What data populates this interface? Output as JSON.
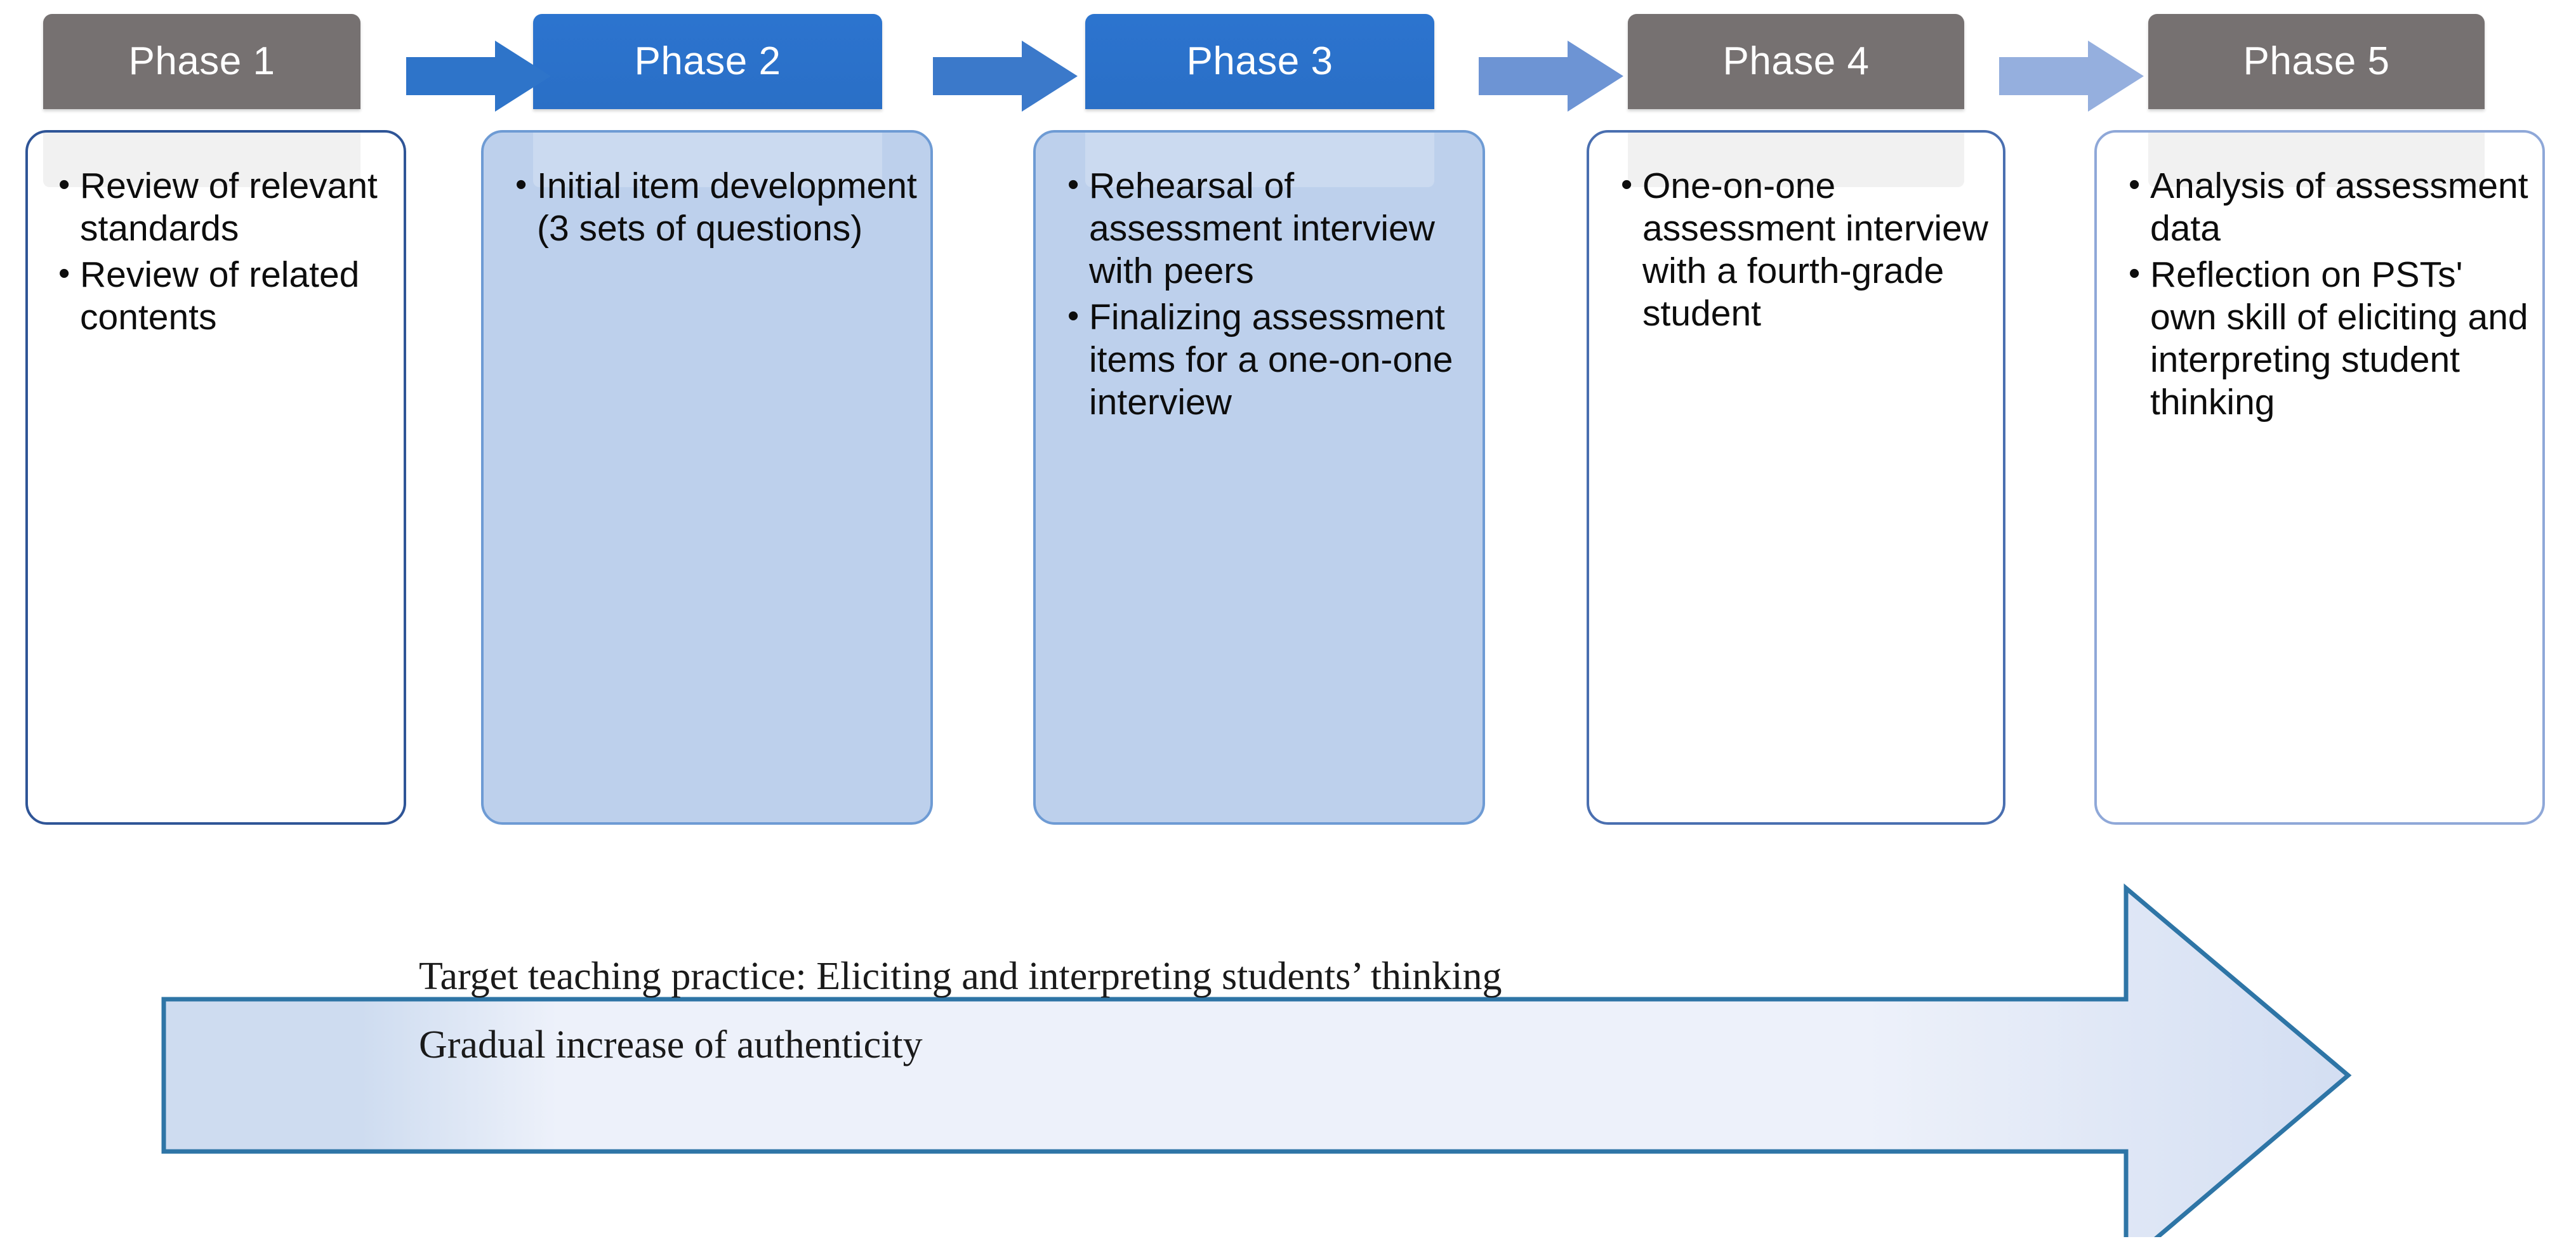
{
  "diagram": {
    "title_row_label": "phases",
    "phases": [
      {
        "header": "Phase 1",
        "header_style": "gray",
        "card_style": "white",
        "bullets": [
          "Review of relevant standards",
          "Review of related contents"
        ]
      },
      {
        "header": "Phase 2",
        "header_style": "blue",
        "card_style": "tint",
        "bullets": [
          "Initial item development (3 sets of questions)"
        ]
      },
      {
        "header": "Phase 3",
        "header_style": "blue",
        "card_style": "tint",
        "bullets": [
          "Rehearsal of assessment interview  with peers",
          "Finalizing assessment items for a one-on-one interview"
        ]
      },
      {
        "header": "Phase 4",
        "header_style": "gray",
        "card_style": "white",
        "bullets": [
          "One-on-one assessment interview with a fourth-grade student"
        ]
      },
      {
        "header": "Phase 5",
        "header_style": "gray",
        "card_style": "white-soft",
        "bullets": [
          "Analysis of assessment data",
          "Reflection on PSTs' own skill of eliciting and interpreting student thinking"
        ]
      }
    ],
    "connectors": [
      {
        "name": "arrow-1-to-2",
        "color": "#2E74C9"
      },
      {
        "name": "arrow-2-to-3",
        "color": "#3B79CA"
      },
      {
        "name": "arrow-3-to-4",
        "color": "#6D94D4"
      },
      {
        "name": "arrow-4-to-5",
        "color": "#95AFDE"
      }
    ],
    "banner": {
      "line1": "Target teaching practice: Eliciting and interpreting students’ thinking",
      "line2": "Gradual increase of authenticity",
      "fill_left": "#CEDCF0",
      "fill_right": "#EEF2FA",
      "stroke": "#2E75A6"
    },
    "colors": {
      "gray_header": "#767171",
      "blue_header": "#2A72CE",
      "card_border_blue": "#2F5597",
      "card_tint_fill": "#BDD0EC",
      "card_tint_border": "#6E9BD4",
      "text": "#0D0D0D"
    }
  }
}
